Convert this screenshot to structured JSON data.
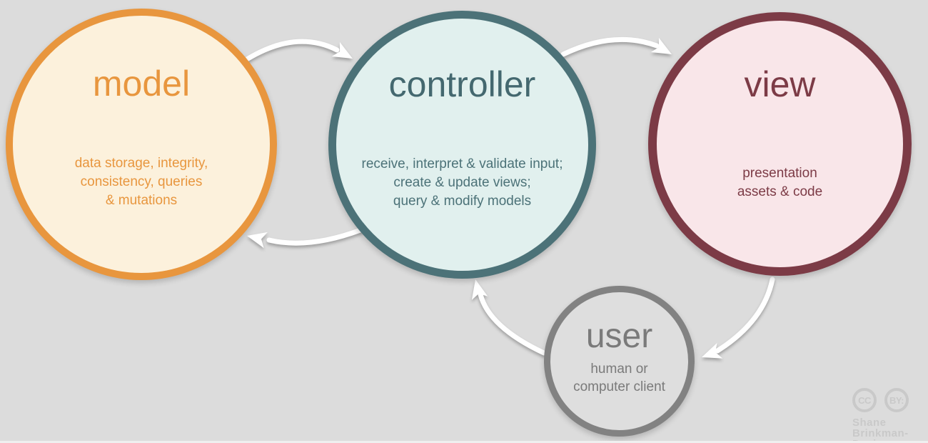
{
  "background_color": "#DCDCDC",
  "arrow_color": "#FFFFFF",
  "nodes": {
    "model": {
      "label": "model",
      "description": "data storage, integrity,\nconsistency, queries\n& mutations",
      "border_color": "#E8963E",
      "fill_color": "#FCF1DC",
      "text_color": "#E8963E"
    },
    "controller": {
      "label": "controller",
      "description": "receive, interpret & validate input;\ncreate & update views;\nquery & modify models",
      "border_color": "#4C7278",
      "fill_color": "#E1F0EE",
      "text_color": "#4C7278"
    },
    "view": {
      "label": "view",
      "description": "presentation\nassets & code",
      "border_color": "#7C3B46",
      "fill_color": "#F9E6E9",
      "text_color": "#7C3B46"
    },
    "user": {
      "label": "user",
      "description": "human or\ncomputer client",
      "border_color": "#828282",
      "fill_color": "#DEDEDE",
      "text_color": "#7A7A7A"
    }
  },
  "edges": [
    {
      "from": "model",
      "to": "controller"
    },
    {
      "from": "controller",
      "to": "view"
    },
    {
      "from": "controller",
      "to": "model"
    },
    {
      "from": "view",
      "to": "user"
    },
    {
      "from": "user",
      "to": "controller"
    }
  ],
  "license": {
    "cc_label": "CC",
    "by_label": "BY:",
    "author": "Shane\nBrinkman-Davis",
    "color": "#C9C9C9"
  }
}
